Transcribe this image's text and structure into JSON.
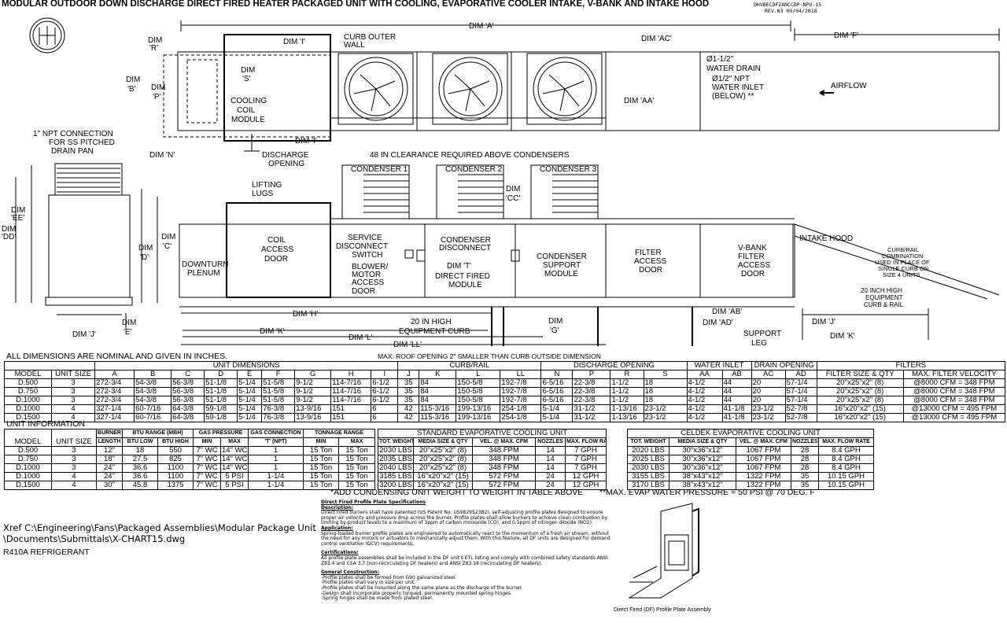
{
  "title": "MODULAR OUTDOOR DOWN DISCHARGE DIRECT FIRED HEATER PACKAGED UNIT WITH COOLING, EVAPORATIVE COOLER INTAKE, V-BANK AND INTAKE HOOD",
  "doc_number": "DHVBECDFZANCCDP-NPU-15",
  "revision": "REV.N3  09/04/2018",
  "drawing": {
    "dim_a": "DIM 'A'",
    "dim_f": "DIM 'F'",
    "dim_r": [
      "DIM",
      "'R'"
    ],
    "dim_i_top": "DIM 'I'",
    "curb_outer_wall": [
      "CURB OUTER",
      "WALL"
    ],
    "dim_ac": "DIM 'AC'",
    "dim_b": [
      "DIM",
      "'B'"
    ],
    "dim_p": [
      "DIM",
      "'P'"
    ],
    "dim_s": [
      "DIM",
      "'S'"
    ],
    "cooling_coil_module": [
      "COOLING",
      "COIL",
      "MODULE"
    ],
    "water_drain": [
      "Ø1-1/2\"",
      "WATER DRAIN"
    ],
    "water_inlet": [
      "Ø1/2\" NPT",
      "WATER INLET",
      "(BELOW) **"
    ],
    "dim_aa": "DIM 'AA'",
    "airflow": "AIRFLOW",
    "npt_connection": [
      "1\" NPT CONNECTION",
      "FOR SS PITCHED",
      "DRAIN PAN"
    ],
    "dim_n": "DIM 'N'",
    "dim_i_bottom": "DIM 'I'",
    "discharge_opening": [
      "DISCHARGE",
      "OPENING"
    ],
    "clearance": "48 IN CLEARANCE REQUIRED ABOVE CONDENSERS",
    "condensers": [
      "CONDENSER 1",
      "CONDENSER 2",
      "CONDENSER 3"
    ],
    "dim_cc": [
      "DIM",
      "'CC'"
    ],
    "lifting_lugs": [
      "LIFTING",
      "LUGS"
    ],
    "dim_ee": [
      "DIM",
      "'EE'"
    ],
    "dim_dd": [
      "DIM",
      "'DD'"
    ],
    "dim_d": [
      "DIM",
      "'D'"
    ],
    "dim_c": [
      "DIM",
      "'C'"
    ],
    "downturn_plenum": [
      "DOWNTURN",
      "PLENUM"
    ],
    "coil_access_door": [
      "COIL",
      "ACCESS",
      "DOOR"
    ],
    "service_disconnect": [
      "SERVICE",
      "DISCONNECT",
      "SWITCH"
    ],
    "blower_door": [
      "BLOWER/",
      "MOTOR",
      "ACCESS",
      "DOOR"
    ],
    "condenser_disconnect": [
      "CONDENSER",
      "DISCONNECT"
    ],
    "dim_t": "DIM 'T'",
    "direct_fired_module": [
      "DIRECT FIRED",
      "MODULE"
    ],
    "condenser_support": [
      "CONDENSER",
      "SUPPORT",
      "MODULE"
    ],
    "filter_access": [
      "FILTER",
      "ACCESS",
      "DOOR"
    ],
    "vbank_filter": [
      "V-BANK",
      "FILTER",
      "ACCESS",
      "DOOR"
    ],
    "intake_hood": "INTAKE HOOD",
    "curb_rail_combo": [
      "CURB/RAIL",
      "COMBINATION",
      "USED IN PLACE OF",
      "SINGLE CURB ON",
      "SIZE 4 UNITS"
    ],
    "curb_rail_20": [
      "20 INCH HIGH",
      "EQUIPMENT",
      "CURB & RAIL"
    ],
    "dim_j_left": "DIM 'J'",
    "dim_e": [
      "DIM",
      "'E'"
    ],
    "dim_h": "DIM 'H'",
    "dim_k": "DIM 'K'",
    "dim_l": "DIM 'L'",
    "dim_ll": "DIM 'LL'",
    "equipment_curb": [
      "20 IN HIGH",
      "EQUIPMENT CURB"
    ],
    "dim_g": [
      "DIM",
      "'G'"
    ],
    "dim_ab": "DIM 'AB'",
    "dim_ad": "DIM 'AD'",
    "support_leg": [
      "SUPPORT",
      "LEG"
    ],
    "dim_j_right": "DIM 'J'",
    "dim_k_right": "DIM 'K'"
  },
  "notes": {
    "nominal": "ALL DIMENSIONS ARE NOMINAL AND GIVEN IN INCHES.",
    "roof_opening": "MAX. ROOF OPENING 2\" SMALLER THAN CURB OUTSIDE DIMENSION",
    "unit_information": "UNIT INFORMATION",
    "condensing_weight": "*ADD CONDENSING UNIT WEIGHT TO WEIGHT IN TABLE ABOVE",
    "water_pressure": "**MAX. EVAP WATER PRESSURE = 50 PSI @ 70 DEG. F",
    "xref": "Xref C:\\Engineering\\Fans\\Packaged Assemblies\\Modular Package Unit\\Documents\\Submittals\\X-CHART15.dwg",
    "refrigerant": "R410A REFRIGERANT"
  },
  "dimensions_table": {
    "groups": [
      "UNIT DIMENSIONS",
      "CURB/RAIL",
      "DISCHARGE OPENING",
      "WATER INLET",
      "DRAIN OPENING",
      "FILTERS"
    ],
    "headers": [
      "MODEL",
      "UNIT SIZE",
      "A",
      "B",
      "C",
      "D",
      "E",
      "F",
      "G",
      "H",
      "I",
      "J",
      "K",
      "L",
      "LL",
      "N",
      "P",
      "R",
      "S",
      "AA",
      "AB",
      "AC",
      "AD",
      "FILTER SIZE & QTY",
      "MAX. FILTER VELOCITY"
    ],
    "rows": [
      [
        "D.500",
        "3",
        "272-3/4",
        "54-3/8",
        "56-3/8",
        "51-1/8",
        "5-1/4",
        "51-5/8",
        "9-1/2",
        "114-7/16",
        "6-1/2",
        "35",
        "84",
        "150-5/8",
        "192-7/8",
        "6-5/16",
        "22-3/8",
        "1-1/2",
        "18",
        "4-1/2",
        "44",
        "20",
        "57-1/4",
        "20\"x25\"x2\" (8)",
        "@8000 CFM = 348 FPM"
      ],
      [
        "D.750",
        "3",
        "272-3/4",
        "54-3/8",
        "56-3/8",
        "51-1/8",
        "5-1/4",
        "51-5/8",
        "9-1/2",
        "114-7/16",
        "6-1/2",
        "35",
        "84",
        "150-5/8",
        "192-7/8",
        "6-5/16",
        "22-3/8",
        "1-1/2",
        "18",
        "4-1/2",
        "44",
        "20",
        "57-1/4",
        "20\"x25\"x2\" (8)",
        "@8000 CFM = 348 FPM"
      ],
      [
        "D.1000",
        "3",
        "272-3/4",
        "54-3/8",
        "56-3/8",
        "51-1/8",
        "5-1/4",
        "51-5/8",
        "9-1/2",
        "114-7/16",
        "6-1/2",
        "35",
        "84",
        "150-5/8",
        "192-7/8",
        "6-5/16",
        "22-3/8",
        "1-1/2",
        "18",
        "4-1/2",
        "44",
        "20",
        "57-1/4",
        "20\"x25\"x2\" (8)",
        "@8000 CFM = 348 FPM"
      ],
      [
        "D.1000",
        "4",
        "327-1/4",
        "60-7/16",
        "64-3/8",
        "59-1/8",
        "5-1/4",
        "76-3/8",
        "13-9/16",
        "151",
        "6",
        "42",
        "115-3/16",
        "199-13/16",
        "254-1/8",
        "5-1/4",
        "31-1/2",
        "1-13/16",
        "23-1/2",
        "4-1/2",
        "41-1/8",
        "23-1/2",
        "52-7/8",
        "16\"x20\"x2\" (15)",
        "@13000 CFM = 495 FPM"
      ],
      [
        "D.1500",
        "4",
        "327-1/4",
        "60-7/16",
        "64-3/8",
        "59-1/8",
        "5-1/4",
        "76-3/8",
        "13-9/16",
        "151",
        "6",
        "42",
        "115-3/16",
        "199-13/16",
        "254-1/8",
        "5-1/4",
        "31-1/2",
        "1-13/16",
        "23-1/2",
        "4-1/2",
        "41-1/8",
        "23-1/2",
        "52-7/8",
        "16\"x20\"x2\" (15)",
        "@13000 CFM = 495 FPM"
      ]
    ]
  },
  "unit_info_table": {
    "headers": {
      "model": "MODEL",
      "unit_size": "UNIT SIZE",
      "burner": [
        "BURNER",
        "LENGTH"
      ],
      "btu_range": "BTU RANGE (MBH)",
      "btu_low": "BTU LOW",
      "btu_high": "BTU HIGH",
      "gas_pressure": "GAS PRESSURE",
      "min": "MIN",
      "max": "MAX",
      "gas_connection": "GAS CONNECTION",
      "npt": "'T' (NPT)",
      "tonnage": "TONNAGE RANGE",
      "ton_min": "MIN",
      "ton_max": "MAX"
    },
    "rows": [
      [
        "D.500",
        "3",
        "12\"",
        "18",
        "550",
        "7\" WC",
        "14\" WC",
        "1",
        "15 Ton",
        "15 Ton"
      ],
      [
        "D.750",
        "3",
        "18\"",
        "27.5",
        "825",
        "7\" WC",
        "14\" WC",
        "1",
        "15 Ton",
        "15 Ton"
      ],
      [
        "D.1000",
        "3",
        "24\"",
        "36.6",
        "1100",
        "7\" WC",
        "14\" WC",
        "1",
        "15 Ton",
        "15 Ton"
      ],
      [
        "D.1000",
        "4",
        "24\"",
        "36.6",
        "1100",
        "7\" WC",
        "5 PSI",
        "1-1/4",
        "15 Ton",
        "15 Ton"
      ],
      [
        "D.1500",
        "4",
        "30\"",
        "45.8",
        "1375",
        "7\" WC",
        "5 PSI",
        "1-1/4",
        "15 Ton",
        "15 Ton"
      ]
    ]
  },
  "standard_evap_table": {
    "title": "STANDARD EVAPORATIVE COOLING UNIT",
    "headers": [
      "TOT. WEIGHT",
      "MEDIA SIZE & QTY",
      "VEL. @ MAX. CFM",
      "NOZZLES",
      "MAX. FLOW RATE"
    ],
    "rows": [
      [
        "2030 LBS",
        "20\"x25\"x2\" (8)",
        "348 FPM",
        "14",
        "7 GPH"
      ],
      [
        "2035 LBS",
        "20\"x25\"x2\" (8)",
        "348 FPM",
        "14",
        "7 GPH"
      ],
      [
        "2040 LBS",
        "20\"x25\"x2\" (8)",
        "348 FPM",
        "14",
        "7 GPH"
      ],
      [
        "3185 LBS",
        "16\"x20\"x2\" (15)",
        "572 FPM",
        "24",
        "12 GPH"
      ],
      [
        "3200 LBS",
        "16\"x20\"x2\" (15)",
        "572 FPM",
        "24",
        "12 GPH"
      ]
    ]
  },
  "celdek_table": {
    "title": "CELDEK EVAPORATIVE COOLING UNIT",
    "headers": [
      "TOT. WEIGHT",
      "MEDIA SIZE & QTY",
      "VEL. @ MAX. CFM",
      "NOZZLES",
      "MAX. FLOW RATE"
    ],
    "rows": [
      [
        "2020 LBS",
        "30\"x36\"x12\"",
        "1067 FPM",
        "28",
        "8.4 GPH"
      ],
      [
        "2025 LBS",
        "30\"x36\"x12\"",
        "1067 FPM",
        "28",
        "8.4 GPH"
      ],
      [
        "2030 LBS",
        "30\"x36\"x12\"",
        "1067 FPM",
        "28",
        "8.4 GPH"
      ],
      [
        "3155 LBS",
        "38\"x43\"x12\"",
        "1322 FPM",
        "35",
        "10.15 GPH"
      ],
      [
        "3170 LBS",
        "38\"x43\"x12\"",
        "1322 FPM",
        "35",
        "10.15 GPH"
      ]
    ]
  },
  "spec": {
    "title": "Direct Fired Profile Plate Specifications",
    "description_h": "Description:",
    "description": "Direct Fired burners shall have patented (US Patent No: US9829523B2), self-adjusting profile plates designed to ensure proper air velocity and pressure drop across the burner. Profile plates shall allow burners to achieve clean combustion by limiting by-product levels to a maximum of 3ppm of carbon monoxide (CO), and 0.5ppm of nitrogen dioxide (NO2).",
    "application_h": "Application:",
    "application": "Spring-loaded burner profile plates are engineered to automatically react to the momentum of a fresh air stream, without the need for any motors or actuators to mechanically adjust them. With this feature, all DF units are designed for demand control ventilation (DCV) requirements.",
    "certifications_h": "Certifications:",
    "certifications": "All profile plate assemblies shall be included in the DF unit's ETL listing and comply with combined safety standards ANSI Z83.4 and CSA 3.7 (non-recirculating DF heaters) and ANSI Z83.18 (recirculating DF heaters).",
    "construction_h": "General Construction:",
    "construction": [
      "-Profile plates shall be formed from G90 galvanized steel.",
      "-Profile plates shall vary in size per unit.",
      "-Profile plates shall be mounted along the same plane as the discharge of the burner.",
      "-Design shall incorporate properly torqued, permanently mounted spring hinges.",
      "-Spring hinges shall be made from plated steel."
    ],
    "caption": "Direct Fired (DF) Profile Plate Assembly"
  }
}
